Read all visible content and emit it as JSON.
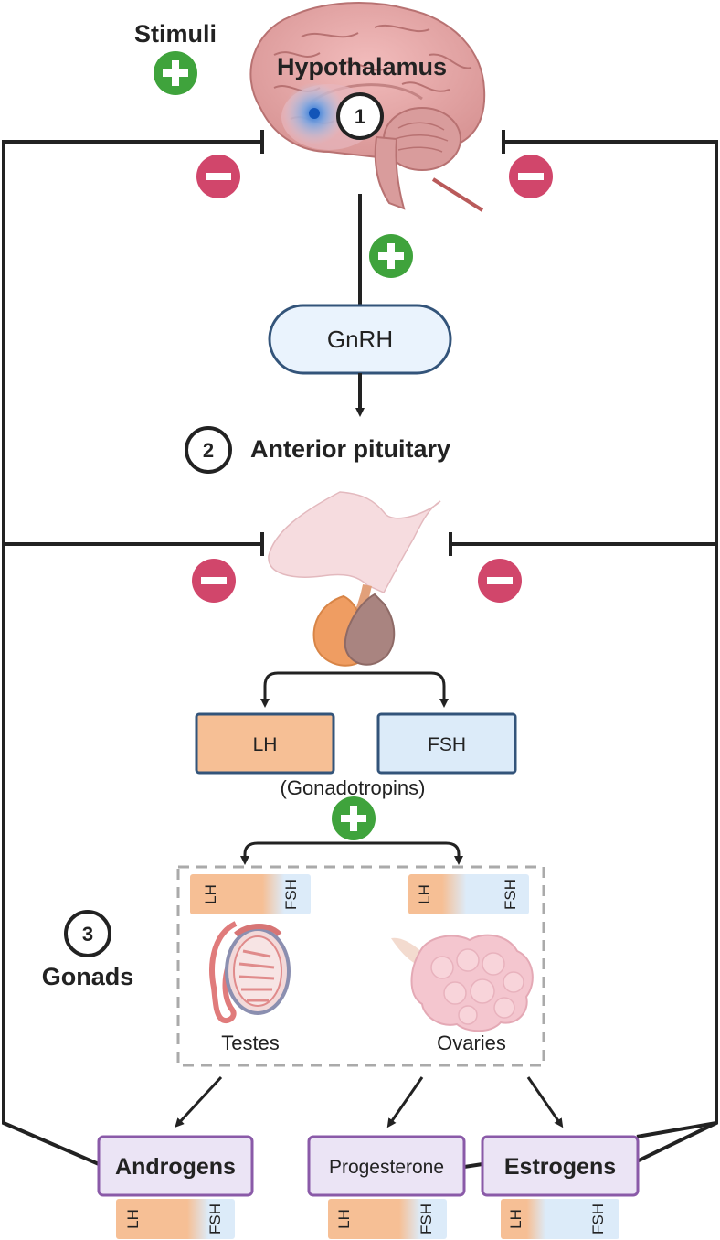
{
  "labels": {
    "stimuli": "Stimuli",
    "hypothalamus": "Hypothalamus",
    "gnrh": "GnRH",
    "anterior_pituitary": "Anterior pituitary",
    "lh": "LH",
    "fsh": "FSH",
    "gonadotropins": "(Gonadotropins)",
    "gonads": "Gonads",
    "testes": "Testes",
    "ovaries": "Ovaries",
    "androgens": "Androgens",
    "progesterone": "Progesterone",
    "estrogens": "Estrogens"
  },
  "steps": {
    "one": "1",
    "two": "2",
    "three": "3"
  },
  "receptor_bar": {
    "lh": "LH",
    "fsh": "FSH"
  },
  "colors": {
    "stimulate": "#3fa33c",
    "inhibit": "#d1466b",
    "lh_fill": "#f6bf95",
    "fsh_fill": "#dcebf9",
    "gnrh_fill": "#eaf3fd",
    "hormone_fill": "#ebe4f5",
    "hormone_border": "#8a5aa8",
    "box_border": "#33547a",
    "line": "#222222"
  },
  "icons": {
    "stimulate": "plus-circle-icon",
    "inhibit": "minus-circle-icon",
    "brain": "brain-illustration",
    "pituitary": "pituitary-illustration",
    "testis": "testis-illustration",
    "ovary": "ovary-illustration"
  }
}
